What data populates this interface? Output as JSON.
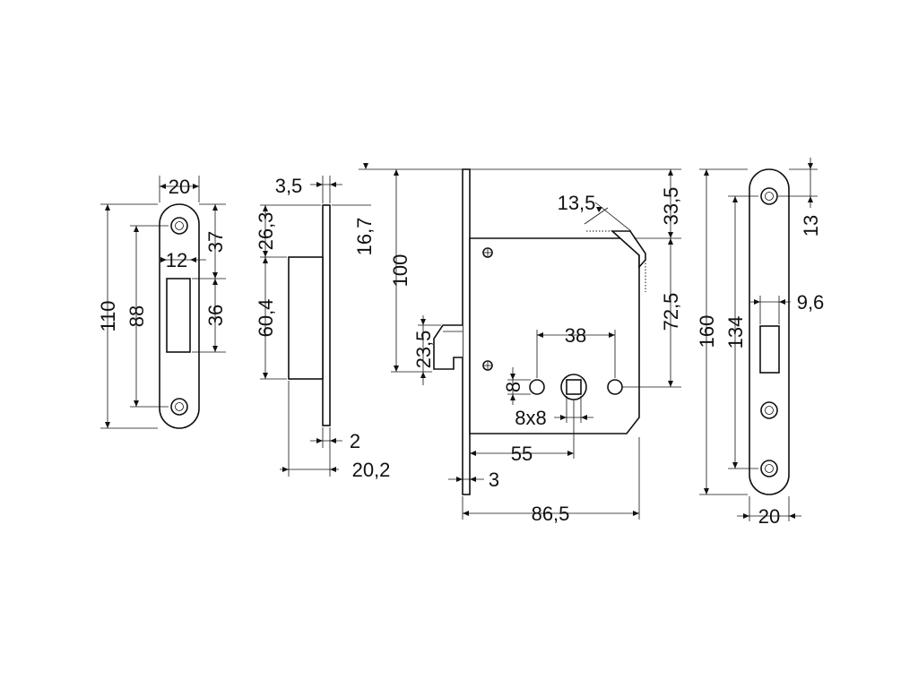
{
  "dimensions": {
    "striker_width": "20",
    "striker_height": "110",
    "striker_hole_spacing": "88",
    "striker_slot_width": "12",
    "striker_slot_offset": "37",
    "striker_slot_height": "36",
    "side_plate_thickness": "3,5",
    "side_top_offset": "26,3",
    "side_latch_offset": "16,7",
    "side_latch_height": "60,4",
    "side_thickness": "2",
    "side_depth": "20,2",
    "body_height": "100",
    "latch_height": "23,5",
    "bolt_width": "13,5",
    "bolt_top": "33,5",
    "body_to_center": "72,5",
    "hole_spacing": "38",
    "hole_diameter": "8",
    "spindle_size": "8x8",
    "backset": "55",
    "faceplate_thickness": "3",
    "body_width": "86,5",
    "faceplate_height": "160",
    "faceplate_hole_spacing": "134",
    "faceplate_top_offset": "13",
    "faceplate_slot_width": "9,6",
    "faceplate_width": "20"
  }
}
